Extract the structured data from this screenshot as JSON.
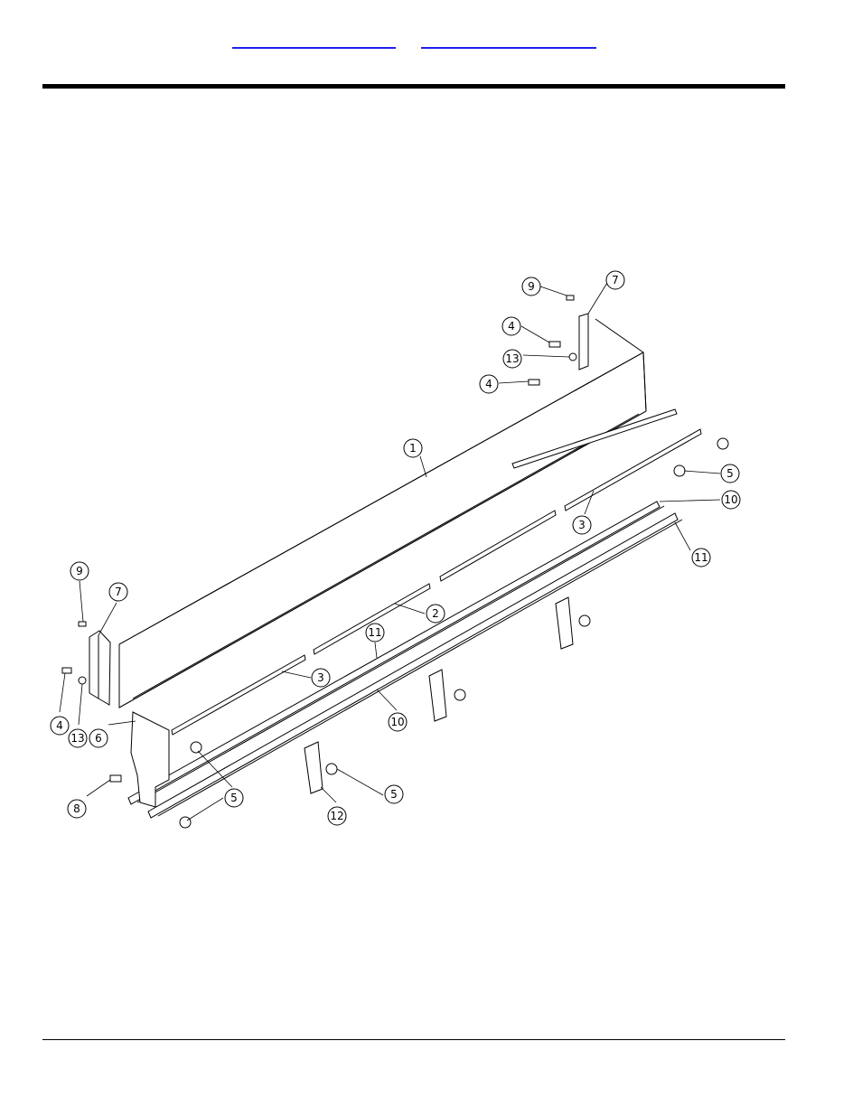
{
  "header": {
    "links": [
      {
        "name": "nav-link-left",
        "text": ""
      },
      {
        "name": "nav-link-right",
        "text": ""
      }
    ]
  },
  "diagram": {
    "callouts": [
      {
        "id": "c9a",
        "label": "9"
      },
      {
        "id": "c7a",
        "label": "7"
      },
      {
        "id": "c4a",
        "label": "4"
      },
      {
        "id": "c13a",
        "label": "13"
      },
      {
        "id": "c4b",
        "label": "4"
      },
      {
        "id": "c1",
        "label": "1"
      },
      {
        "id": "c5a",
        "label": "5"
      },
      {
        "id": "c10a",
        "label": "10"
      },
      {
        "id": "c3a",
        "label": "3"
      },
      {
        "id": "c11a",
        "label": "11"
      },
      {
        "id": "c9b",
        "label": "9"
      },
      {
        "id": "c7b",
        "label": "7"
      },
      {
        "id": "c2",
        "label": "2"
      },
      {
        "id": "c11b",
        "label": "11"
      },
      {
        "id": "c3b",
        "label": "3"
      },
      {
        "id": "c4c",
        "label": "4"
      },
      {
        "id": "c13b",
        "label": "13"
      },
      {
        "id": "c6",
        "label": "6"
      },
      {
        "id": "c10b",
        "label": "10"
      },
      {
        "id": "c8",
        "label": "8"
      },
      {
        "id": "c5b",
        "label": "5"
      },
      {
        "id": "c5c",
        "label": "5"
      },
      {
        "id": "c12",
        "label": "12"
      }
    ]
  }
}
